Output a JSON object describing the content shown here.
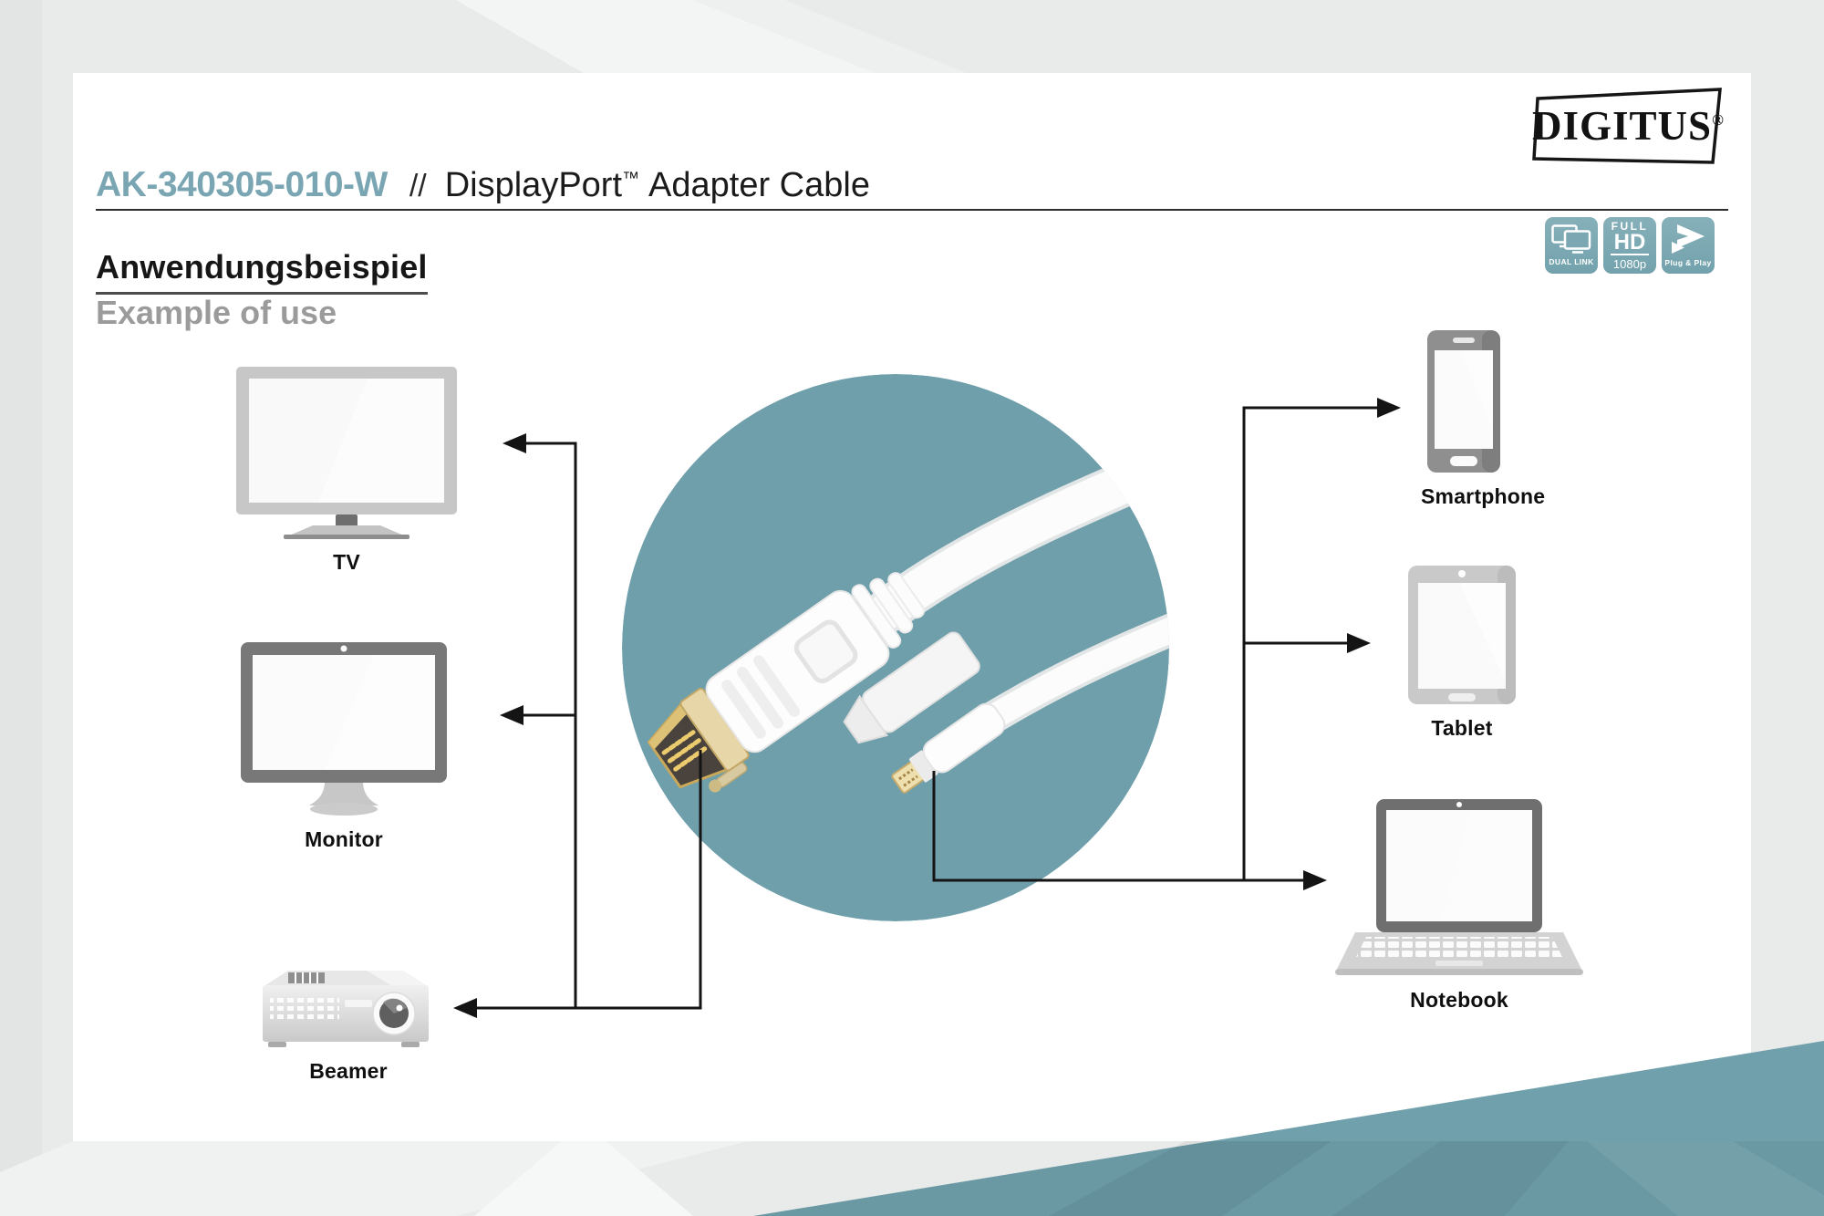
{
  "header": {
    "product_code": "AK-340305-010-W",
    "separator": "//",
    "product_name": "DisplayPort",
    "product_name_tm": "™",
    "product_name_rest": "Adapter Cable"
  },
  "logo": {
    "brand": "DIGITUS",
    "registered": "®"
  },
  "features": {
    "dual_link": {
      "label": "DUAL LINK"
    },
    "full_hd": {
      "line1": "FULL",
      "line2": "HD",
      "line3": "1080p"
    },
    "plug_play": {
      "label": "Plug & Play"
    }
  },
  "section": {
    "heading_de": "Anwendungsbeispiel",
    "heading_en": "Example of use"
  },
  "devices": {
    "tv": "TV",
    "monitor": "Monitor",
    "beamer": "Beamer",
    "smartphone": "Smartphone",
    "tablet": "Tablet",
    "notebook": "Notebook"
  },
  "colors": {
    "product_code_teal": "#7aa6b4",
    "circle_teal": "#6f9fab",
    "badge_teal": "#7ea9b3",
    "corner_wedge_teal": "#6fa0ab",
    "heading_gray": "#9b9b9b",
    "line_black": "#141414",
    "card_white": "#ffffff",
    "page_gray": "#e9eaea"
  }
}
